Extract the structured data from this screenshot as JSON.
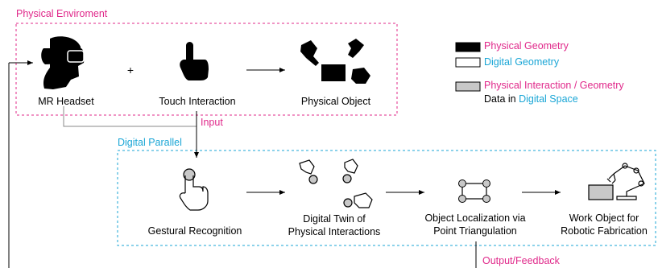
{
  "physical": {
    "title": "Physical Enviroment",
    "mr_headset": "MR Headset",
    "plus": "+",
    "touch_interaction": "Touch Interaction",
    "physical_object": "Physical Object"
  },
  "input_label": "Input",
  "digital": {
    "title": "Digital Parallel",
    "gestural_recognition": "Gestural Recognition",
    "digital_twin_line1": "Digital Twin of",
    "digital_twin_line2": "Physical Interactions",
    "localization_line1": "Object Localization via",
    "localization_line2": "Point Triangulation",
    "work_object_line1": "Work Object for",
    "work_object_line2": "Robotic Fabrication"
  },
  "output_label": "Output/Feedback",
  "legend": {
    "physical_geometry": "Physical Geometry",
    "digital_geometry": "Digital Geometry",
    "interaction_line1": "Physical Interaction / Geometry",
    "interaction_line2_prefix": "Data in ",
    "interaction_line2_highlight": "Digital Space"
  },
  "colors": {
    "magenta": "#e0288a",
    "cyan": "#1aa6d6",
    "gray_fill": "#c8c8c8"
  }
}
